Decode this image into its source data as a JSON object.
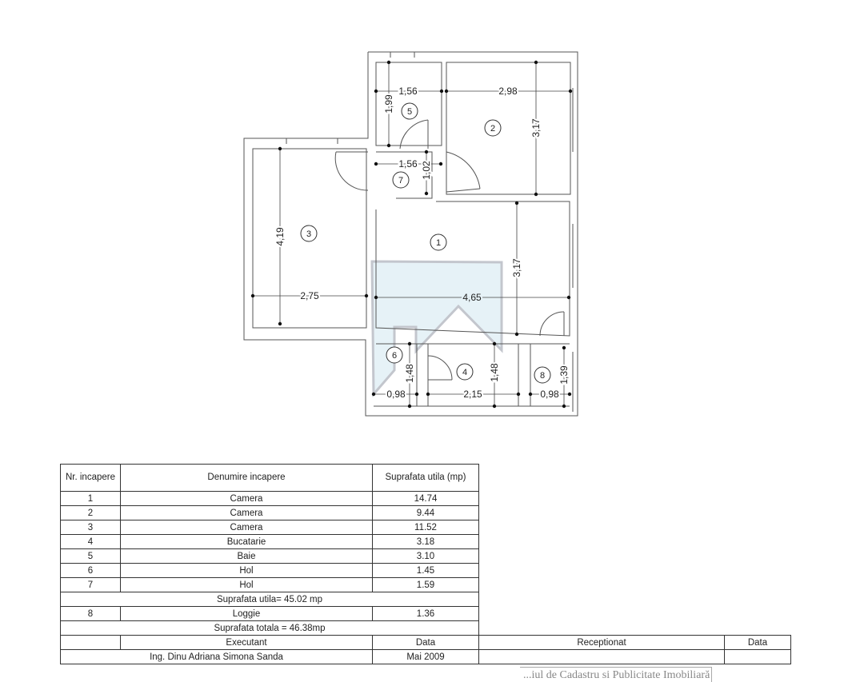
{
  "plan": {
    "rooms": [
      "1",
      "2",
      "3",
      "4",
      "5",
      "6",
      "7",
      "8"
    ],
    "dims": {
      "r5_w": "1,56",
      "r2_w": "2,98",
      "r5_h": "1,99",
      "r2_h": "3,17",
      "r7_w": "1,56",
      "r7_h": "1,02",
      "r3_h": "4,19",
      "r1_h": "3,17",
      "r3_w": "2,75",
      "r1_w": "4,65",
      "r6_h": "1,48",
      "r4_h": "1,48",
      "r8_h": "1,39",
      "r6_w": "0,98",
      "r4_w": "2,15",
      "r8_w": "0,98"
    },
    "highlight_color": "#e6f2f7"
  },
  "table": {
    "headers": {
      "nr": "Nr. incapere",
      "name": "Denumire incapere",
      "area": "Suprafata utila (mp)"
    },
    "rows": [
      {
        "nr": "1",
        "name": "Camera",
        "area": "14.74"
      },
      {
        "nr": "2",
        "name": "Camera",
        "area": "9.44"
      },
      {
        "nr": "3",
        "name": "Camera",
        "area": "11.52"
      },
      {
        "nr": "4",
        "name": "Bucatarie",
        "area": "3.18"
      },
      {
        "nr": "5",
        "name": "Baie",
        "area": "3.10"
      },
      {
        "nr": "6",
        "name": "Hol",
        "area": "1.45"
      },
      {
        "nr": "7",
        "name": "Hol",
        "area": "1.59"
      }
    ],
    "useful_total": "Suprafata  utila= 45.02 mp",
    "loggia": {
      "nr": "8",
      "name": "Loggie",
      "area": "1.36"
    },
    "grand_total": "Suprafata  totala = 46.38mp",
    "executant_label": "Executant",
    "data_label": "Data",
    "receptionat_label": "Receptionat",
    "data_label2": "Data",
    "executant_name": "Ing. Dinu Adriana Simona Sanda",
    "executant_date": "Mai 2009"
  },
  "stamp": {
    "text": "...iul de Cadastru si Publicitate Imobiliară"
  }
}
